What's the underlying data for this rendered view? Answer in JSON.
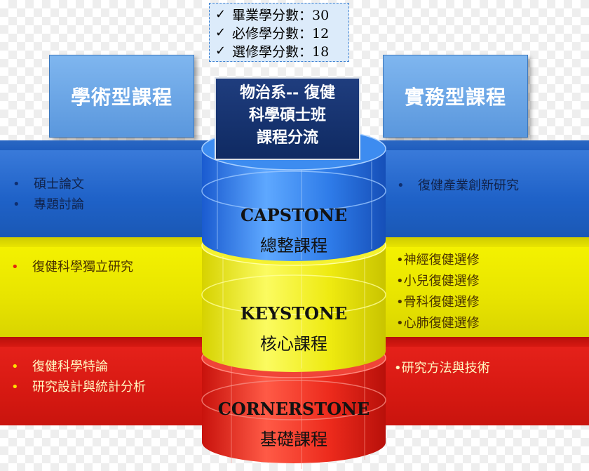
{
  "requirements": [
    {
      "check": "✓",
      "text": "畢業學分數：30"
    },
    {
      "check": "✓",
      "text": "必修學分數：12"
    },
    {
      "check": "✓",
      "text": "選修學分數：18"
    }
  ],
  "headers": {
    "left": "學術型課程",
    "right": "實務型課程"
  },
  "title": {
    "line1": "物治系-- 復健",
    "line2": "科學碩士班",
    "line3": "課程分流"
  },
  "tiers": {
    "capstone": {
      "en": "CAPSTONE",
      "zh": "總整課程"
    },
    "keystone": {
      "en": "KEYSTONE",
      "zh": "核心課程"
    },
    "cornerstone": {
      "en": "CORNERSTONE",
      "zh": "基礎課程"
    }
  },
  "bullets": {
    "round": "•"
  },
  "courses": {
    "blue_left": [
      "碩士論文",
      "專題討論"
    ],
    "blue_right": [
      "復健產業創新研究"
    ],
    "yellow_left": [
      "復健科學獨立研究"
    ],
    "yellow_right": [
      "•神經復健選修",
      "•小兒復健選修",
      "•骨科復健選修",
      "•心肺復健選修"
    ],
    "red_left": [
      "復健科學特論",
      "研究設計與統計分析"
    ],
    "red_right": [
      "•研究方法與技術"
    ]
  },
  "colors": {
    "blue": "#1f62c8",
    "yellow": "#e8e400",
    "red": "#d71912",
    "header_blue": "#6aa6e6",
    "title_navy": "#0f2a62"
  }
}
